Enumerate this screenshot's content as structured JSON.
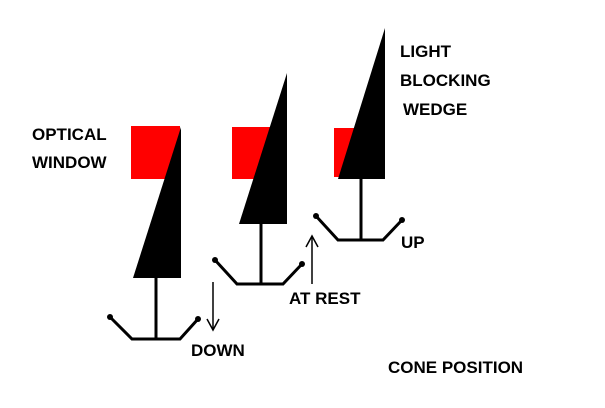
{
  "labels": {
    "optical_window_line1": "OPTICAL",
    "optical_window_line2": "WINDOW",
    "wedge_line1": "LIGHT",
    "wedge_line2": "BLOCKING",
    "wedge_line3": "WEDGE",
    "down": "DOWN",
    "at_rest": "AT REST",
    "up": "UP",
    "cone_position": "CONE POSITION"
  },
  "colors": {
    "window": "#ff0000",
    "wedge": "#000000",
    "background": "#ffffff"
  },
  "positions_order": [
    "down",
    "at_rest",
    "up"
  ]
}
